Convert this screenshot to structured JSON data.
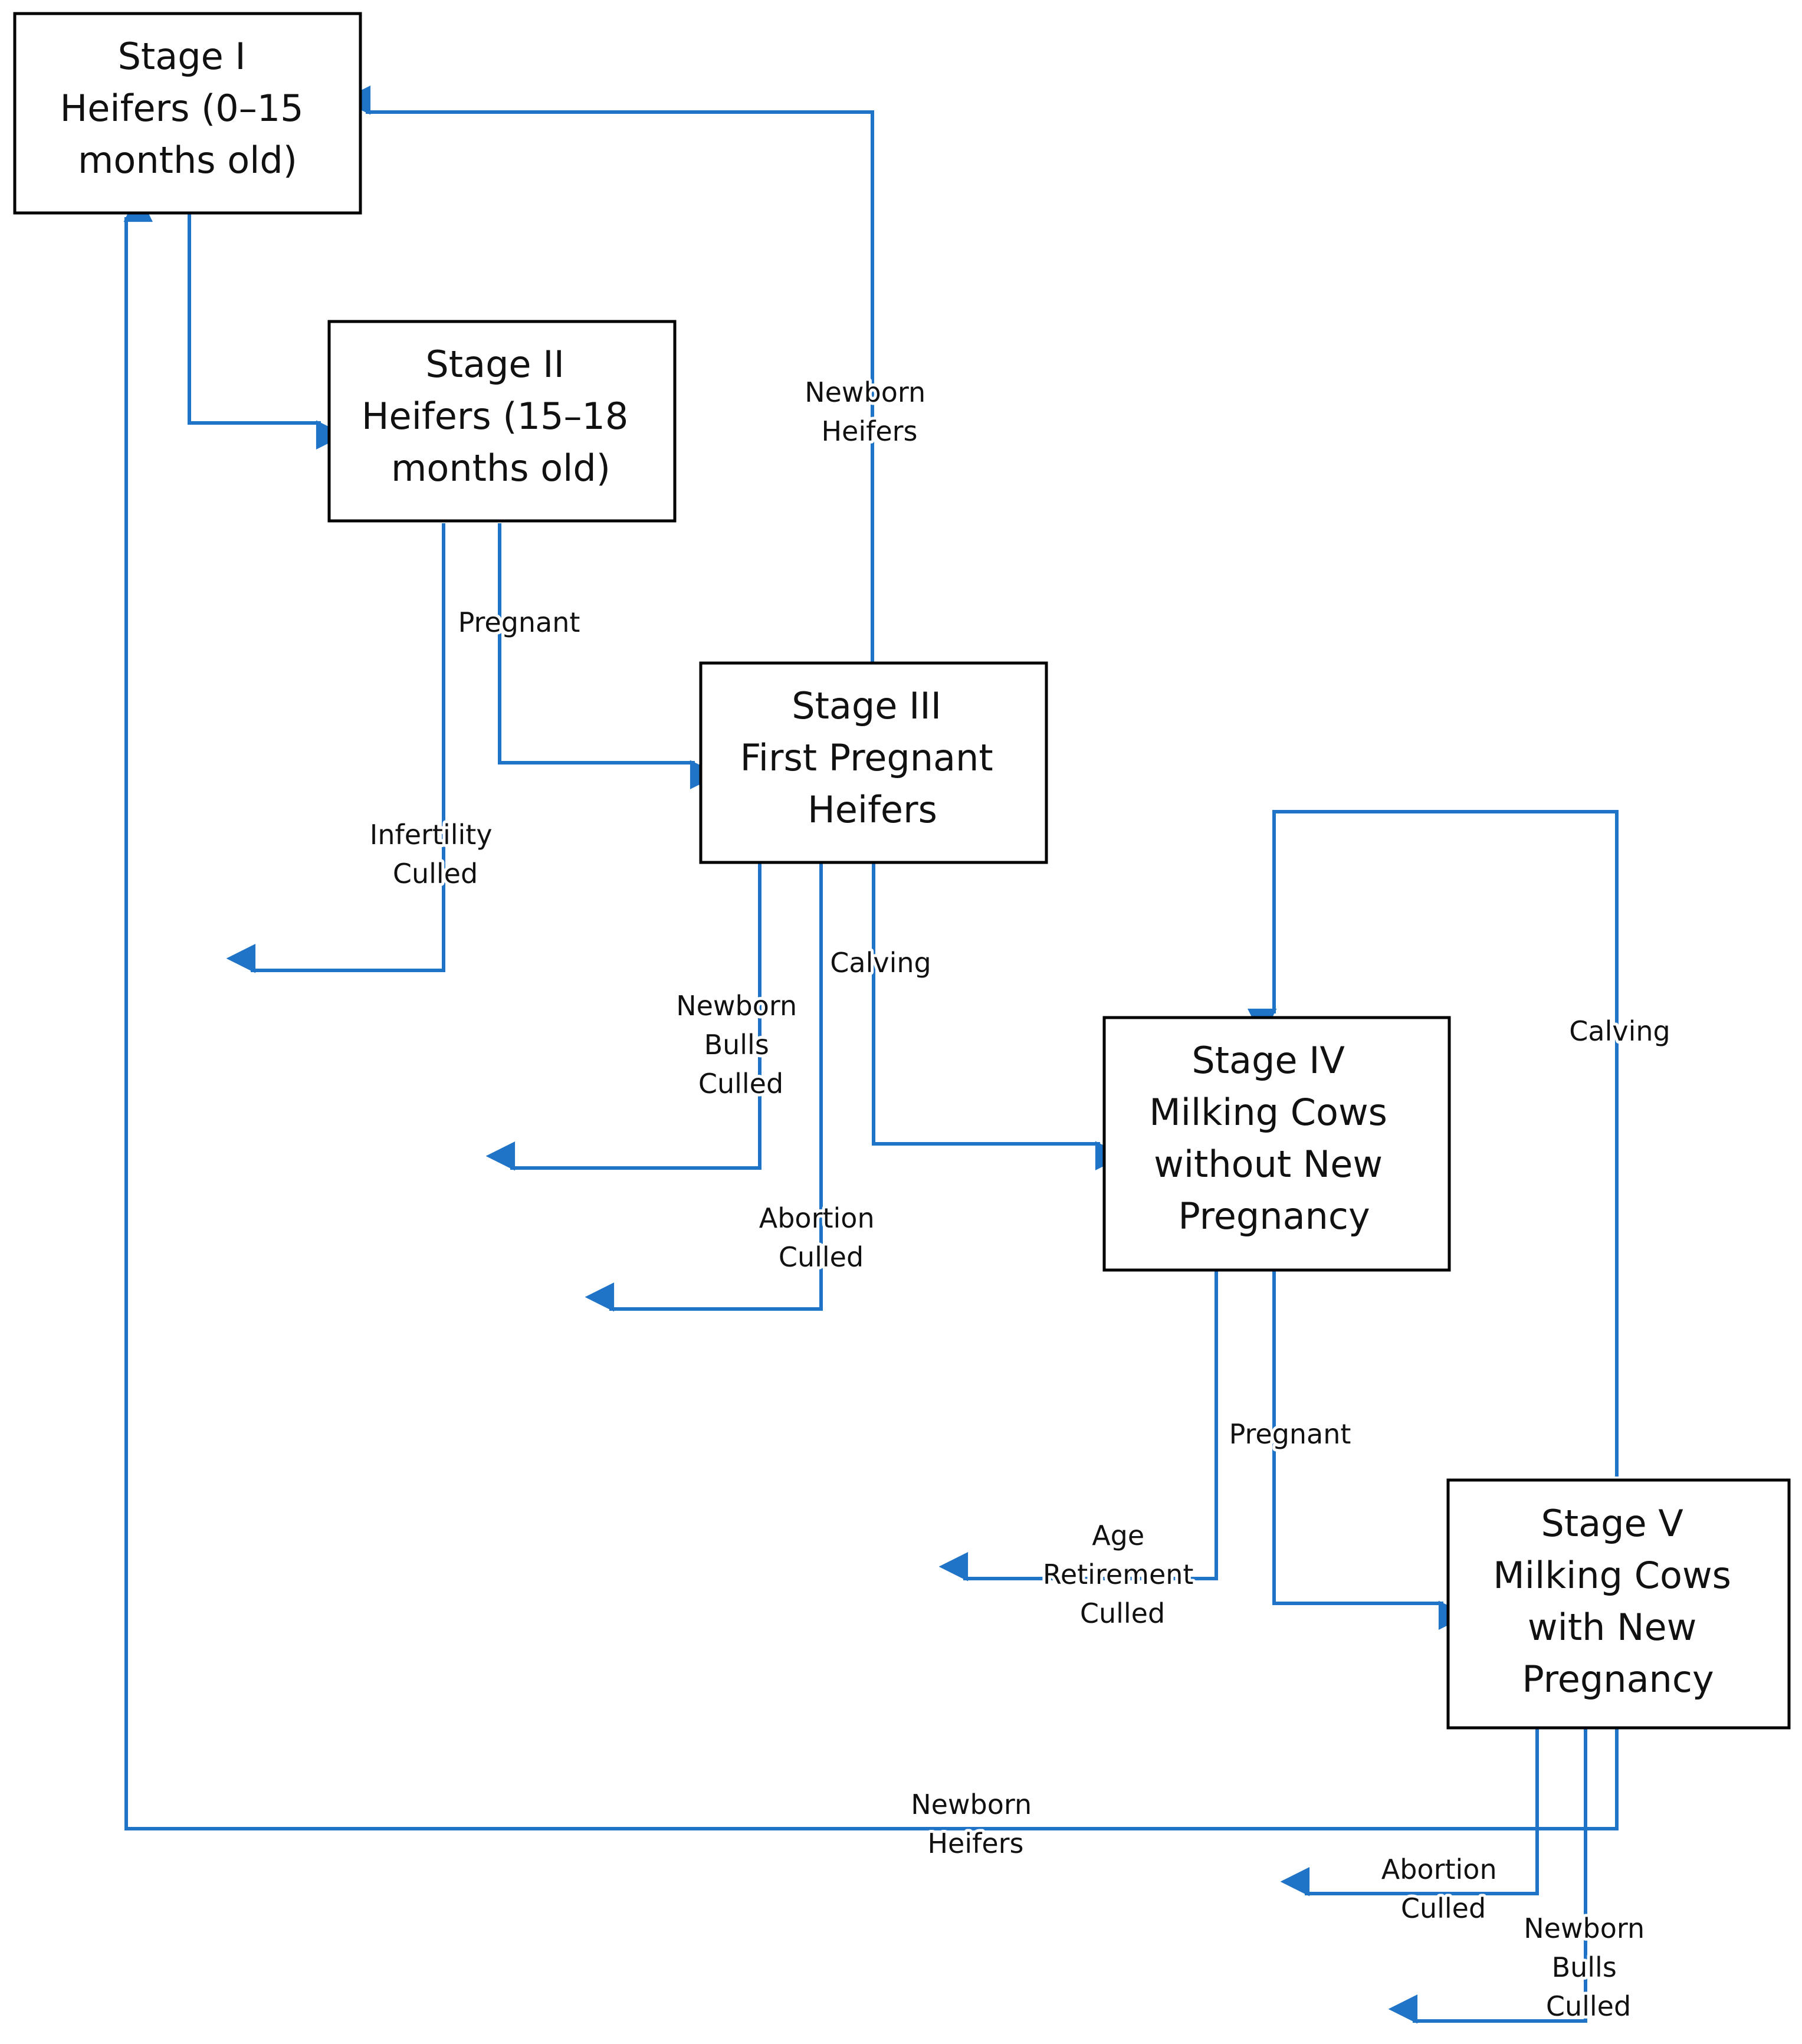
{
  "colors": {
    "arrow": "#1f74c7",
    "box_border": "#000000",
    "text": "#111111",
    "background": "#ffffff"
  },
  "nodes": {
    "stage1": {
      "title": "Stage I",
      "desc": [
        "Heifers (0–15",
        "months old)"
      ]
    },
    "stage2": {
      "title": "Stage II",
      "desc": [
        "Heifers (15–18",
        "months old)"
      ]
    },
    "stage3": {
      "title": "Stage III",
      "desc": [
        "First Pregnant",
        "Heifers"
      ]
    },
    "stage4": {
      "title": "Stage IV",
      "desc": [
        "Milking Cows",
        "without New",
        "Pregnancy"
      ]
    },
    "stage5": {
      "title": "Stage V",
      "desc": [
        "Milking Cows",
        "with New",
        "Pregnancy"
      ]
    }
  },
  "edges": {
    "s3_newborn_heifers": [
      "Newborn",
      "Heifers"
    ],
    "s2_pregnant": [
      "Pregnant"
    ],
    "s2_infertility_culled": [
      "Infertility",
      "Culled"
    ],
    "s3_calving": [
      "Calving"
    ],
    "s3_newborn_bulls_culled": [
      "Newborn",
      "Bulls",
      "Culled"
    ],
    "s3_abortion_culled": [
      "Abortion",
      "Culled"
    ],
    "s5_calving": [
      "Calving"
    ],
    "s4_pregnant": [
      "Pregnant"
    ],
    "s4_age_retirement_culled": [
      "Age",
      "Retirement",
      "Culled"
    ],
    "s5_newborn_heifers": [
      "Newborn",
      "Heifers"
    ],
    "s5_abortion_culled": [
      "Abortion",
      "Culled"
    ],
    "s5_newborn_bulls_culled": [
      "Newborn",
      "Bulls",
      "Culled"
    ]
  }
}
